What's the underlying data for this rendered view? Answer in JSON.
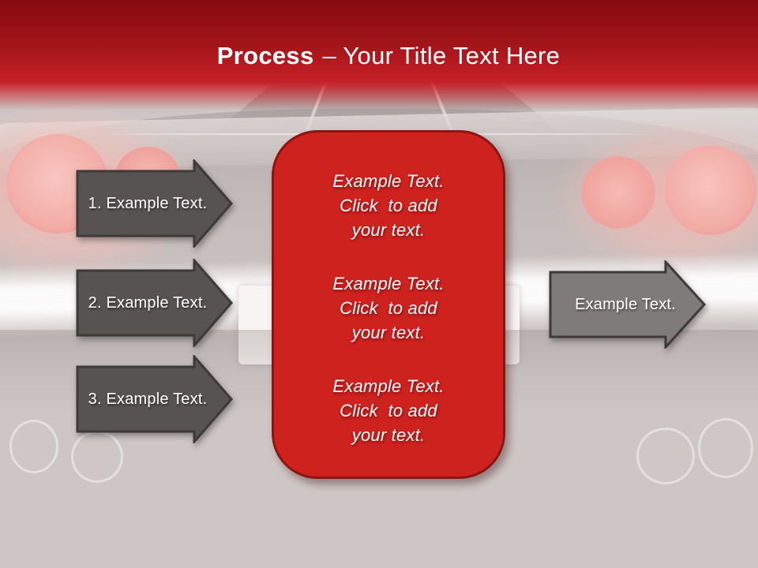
{
  "slide": {
    "background_color": "#cdc6c4",
    "header": {
      "title_bold": "Process",
      "title_rest": "– Your Title Text Here",
      "gradient_top": "#870c10",
      "gradient_bottom": "#c92129",
      "text_color": "#ffffff"
    },
    "left_arrow_fill": "#575353",
    "right_arrow_fill": "#7f7b7a",
    "arrow_border": "#3e3a39",
    "left_arrows": [
      {
        "label": "1. Example Text."
      },
      {
        "label": "2. Example Text."
      },
      {
        "label": "3. Example Text."
      }
    ],
    "right_arrow": {
      "label": "Example Text."
    },
    "center_box": {
      "fill": "#ce221f",
      "border": "#8e1412",
      "paragraphs": [
        {
          "line1": "Example Text.",
          "line2": "Click  to add",
          "line3": "your text."
        },
        {
          "line1": "Example Text.",
          "line2": "Click  to add",
          "line3": "your text."
        },
        {
          "line1": "Example Text.",
          "line2": "Click  to add",
          "line3": "your text."
        }
      ]
    }
  }
}
